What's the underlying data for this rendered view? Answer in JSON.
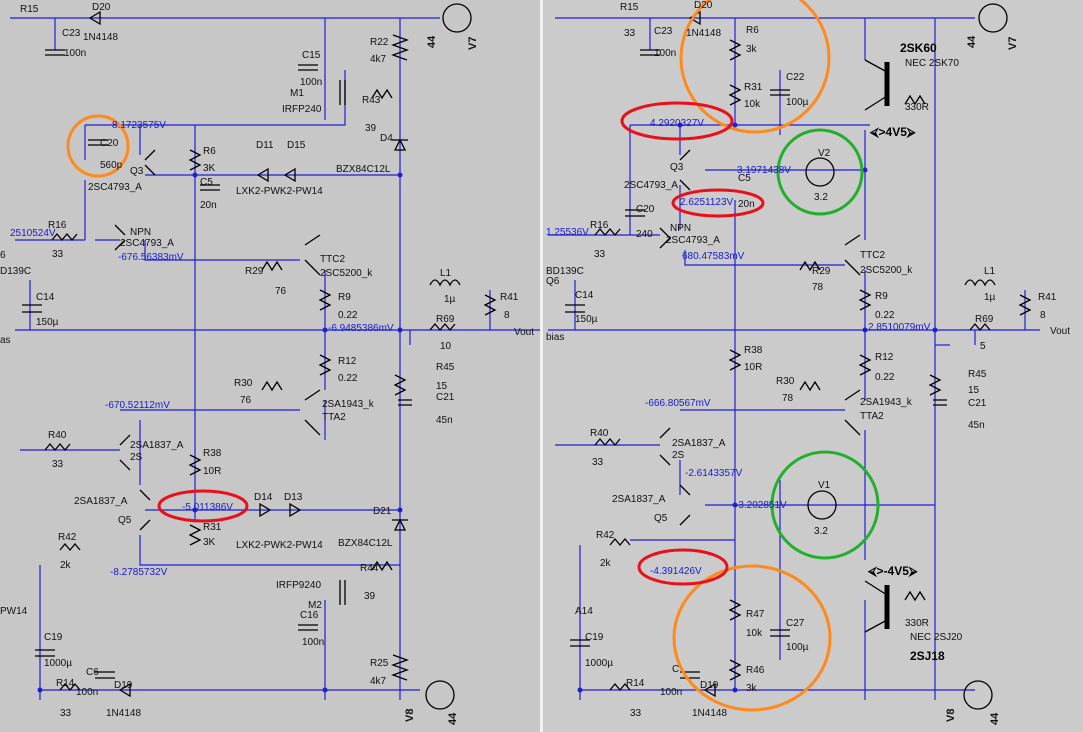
{
  "left": {
    "components": [
      {
        "id": "r15",
        "text": "R15"
      },
      {
        "id": "d20",
        "text": "D20"
      },
      {
        "id": "d20v",
        "text": "1N4148"
      },
      {
        "id": "c23",
        "text": "C23"
      },
      {
        "id": "c23v",
        "text": "100n"
      },
      {
        "id": "r22",
        "text": "R22"
      },
      {
        "id": "r22v",
        "text": "4k7"
      },
      {
        "id": "c15",
        "text": "C15"
      },
      {
        "id": "c15v",
        "text": "100n"
      },
      {
        "id": "m1",
        "text": "M1"
      },
      {
        "id": "m1v",
        "text": "IRFP240"
      },
      {
        "id": "r43",
        "text": "R43"
      },
      {
        "id": "r43v",
        "text": "39"
      },
      {
        "id": "d4",
        "text": "D4"
      },
      {
        "id": "c20",
        "text": "C20"
      },
      {
        "id": "c20v",
        "text": "560p"
      },
      {
        "id": "q3",
        "text": "Q3"
      },
      {
        "id": "q3v",
        "text": "2SC4793_A"
      },
      {
        "id": "r6",
        "text": "R6"
      },
      {
        "id": "r6v",
        "text": "3K"
      },
      {
        "id": "c5",
        "text": "C5"
      },
      {
        "id": "c5v",
        "text": "20n"
      },
      {
        "id": "d11",
        "text": "D11"
      },
      {
        "id": "d15",
        "text": "D15"
      },
      {
        "id": "led1",
        "text": "LXK2-PWK2-PW14"
      },
      {
        "id": "zen1",
        "text": "BZX84C12L"
      },
      {
        "id": "r16",
        "text": "R16"
      },
      {
        "id": "r16v",
        "text": "33"
      },
      {
        "id": "npn",
        "text": "NPN"
      },
      {
        "id": "npnv",
        "text": "2SC4793_A"
      },
      {
        "id": "ttc2",
        "text": "TTC2"
      },
      {
        "id": "ttc2v",
        "text": "2SC5200_k"
      },
      {
        "id": "r29",
        "text": "R29"
      },
      {
        "id": "r29v",
        "text": "76"
      },
      {
        "id": "r9",
        "text": "R9"
      },
      {
        "id": "r9v",
        "text": "0.22"
      },
      {
        "id": "l1",
        "text": "L1"
      },
      {
        "id": "l1v",
        "text": "1µ"
      },
      {
        "id": "r41",
        "text": "R41"
      },
      {
        "id": "r41v",
        "text": "8"
      },
      {
        "id": "c14",
        "text": "C14"
      },
      {
        "id": "c14v",
        "text": "150µ"
      },
      {
        "id": "r69",
        "text": "R69"
      },
      {
        "id": "r69v",
        "text": "10"
      },
      {
        "id": "vout",
        "text": "Vout"
      },
      {
        "id": "r12",
        "text": "R12"
      },
      {
        "id": "r12v",
        "text": "0.22"
      },
      {
        "id": "r45",
        "text": "R45"
      },
      {
        "id": "r45v",
        "text": "15"
      },
      {
        "id": "c21",
        "text": "C21"
      },
      {
        "id": "c21v",
        "text": "45n"
      },
      {
        "id": "r30",
        "text": "R30"
      },
      {
        "id": "r30v",
        "text": "76"
      },
      {
        "id": "tta",
        "text": "2SA1943_k"
      },
      {
        "id": "tta2",
        "text": "TTA2"
      },
      {
        "id": "r40",
        "text": "R40"
      },
      {
        "id": "r40v",
        "text": "33"
      },
      {
        "id": "q2sa",
        "text": "2SA1837_A"
      },
      {
        "id": "q2s",
        "text": "2S"
      },
      {
        "id": "r38",
        "text": "R38"
      },
      {
        "id": "r38v",
        "text": "10R"
      },
      {
        "id": "q5m",
        "text": "2SA1837_A"
      },
      {
        "id": "q5",
        "text": "Q5"
      },
      {
        "id": "d14",
        "text": "D14"
      },
      {
        "id": "d13",
        "text": "D13"
      },
      {
        "id": "led2",
        "text": "LXK2-PWK2-PW14"
      },
      {
        "id": "d21",
        "text": "D21"
      },
      {
        "id": "zen2",
        "text": "BZX84C12L"
      },
      {
        "id": "r31",
        "text": "R31"
      },
      {
        "id": "r31v",
        "text": "3K"
      },
      {
        "id": "r42",
        "text": "R42"
      },
      {
        "id": "r42v",
        "text": "2k"
      },
      {
        "id": "irfp",
        "text": "IRFP9240"
      },
      {
        "id": "r44",
        "text": "R44"
      },
      {
        "id": "r44v",
        "text": "39"
      },
      {
        "id": "m2",
        "text": "M2"
      },
      {
        "id": "c16",
        "text": "C16"
      },
      {
        "id": "c16v",
        "text": "100n"
      },
      {
        "id": "pw14",
        "text": "PW14"
      },
      {
        "id": "c19",
        "text": "C19"
      },
      {
        "id": "c19v",
        "text": "1000µ"
      },
      {
        "id": "c6",
        "text": "C6"
      },
      {
        "id": "r25",
        "text": "R25"
      },
      {
        "id": "r25v",
        "text": "4k7"
      },
      {
        "id": "r14",
        "text": "R14"
      },
      {
        "id": "r14v",
        "text": "33"
      },
      {
        "id": "c6v",
        "text": "100n"
      },
      {
        "id": "d19",
        "text": "D19"
      },
      {
        "id": "d19v",
        "text": "1N4148"
      },
      {
        "id": "v8",
        "text": "V8"
      },
      {
        "id": "v8v",
        "text": "44"
      },
      {
        "id": "v7",
        "text": "V7"
      },
      {
        "id": "v7v",
        "text": "44"
      },
      {
        "id": "bd",
        "text": "D139C"
      },
      {
        "id": "bias",
        "text": "as"
      },
      {
        "id": "six",
        "text": "6"
      }
    ],
    "nets": [
      {
        "id": "n1",
        "text": "8.1723575V"
      },
      {
        "id": "n2",
        "text": "2510524V"
      },
      {
        "id": "n3",
        "text": "-676.56383mV"
      },
      {
        "id": "n4",
        "text": "-6.9485386mV"
      },
      {
        "id": "n5",
        "text": "-670.52112mV"
      },
      {
        "id": "n6",
        "text": "-5.011386V"
      },
      {
        "id": "n7",
        "text": "-8.2785732V"
      }
    ]
  },
  "right": {
    "components": [
      {
        "id": "r15",
        "text": "R15"
      },
      {
        "id": "r15v",
        "text": "33"
      },
      {
        "id": "d20",
        "text": "D20"
      },
      {
        "id": "d20v",
        "text": "1N4148"
      },
      {
        "id": "c23",
        "text": "C23"
      },
      {
        "id": "c23v",
        "text": "100n"
      },
      {
        "id": "r6",
        "text": "R6"
      },
      {
        "id": "r6v",
        "text": "3k"
      },
      {
        "id": "r31",
        "text": "R31"
      },
      {
        "id": "r31v",
        "text": "10k"
      },
      {
        "id": "c22",
        "text": "C22"
      },
      {
        "id": "c22v",
        "text": "100µ"
      },
      {
        "id": "sk60",
        "text": "2SK60"
      },
      {
        "id": "nec1",
        "text": "NEC 2SK70"
      },
      {
        "id": "r330a",
        "text": "330R"
      },
      {
        "id": "q3",
        "text": "Q3"
      },
      {
        "id": "q3v",
        "text": "2SC4793_A"
      },
      {
        "id": "c5",
        "text": "C5"
      },
      {
        "id": "v2",
        "text": "V2"
      },
      {
        "id": "v2v",
        "text": "3.2"
      },
      {
        "id": "c20",
        "text": "C20"
      },
      {
        "id": "c20v",
        "text": "240"
      },
      {
        "id": "c20n",
        "text": "20n"
      },
      {
        "id": "r16",
        "text": "R16"
      },
      {
        "id": "r16v",
        "text": "33"
      },
      {
        "id": "npn",
        "text": "NPN"
      },
      {
        "id": "npnv",
        "text": "2SC4793_A"
      },
      {
        "id": "ttc2",
        "text": "TTC2"
      },
      {
        "id": "ttc2v",
        "text": "2SC5200_k"
      },
      {
        "id": "r29",
        "text": "R29"
      },
      {
        "id": "r29v",
        "text": "78"
      },
      {
        "id": "r9",
        "text": "R9"
      },
      {
        "id": "r9v",
        "text": "0.22"
      },
      {
        "id": "l1",
        "text": "L1"
      },
      {
        "id": "l1v",
        "text": "1µ"
      },
      {
        "id": "r41",
        "text": "R41"
      },
      {
        "id": "r41v",
        "text": "8"
      },
      {
        "id": "q6",
        "text": "Q6"
      },
      {
        "id": "bd139",
        "text": "BD139C"
      },
      {
        "id": "c14",
        "text": "C14"
      },
      {
        "id": "c14v",
        "text": "150µ"
      },
      {
        "id": "r69",
        "text": "R69"
      },
      {
        "id": "r69v",
        "text": "5"
      },
      {
        "id": "vout",
        "text": "Vout"
      },
      {
        "id": "bias",
        "text": "bias"
      },
      {
        "id": "r38",
        "text": "R38"
      },
      {
        "id": "r38v",
        "text": "10R"
      },
      {
        "id": "r12",
        "text": "R12"
      },
      {
        "id": "r12v",
        "text": "0.22"
      },
      {
        "id": "r45",
        "text": "R45"
      },
      {
        "id": "r45v",
        "text": "15"
      },
      {
        "id": "c21",
        "text": "C21"
      },
      {
        "id": "c21v",
        "text": "45n"
      },
      {
        "id": "r30",
        "text": "R30"
      },
      {
        "id": "r30v",
        "text": "78"
      },
      {
        "id": "tta",
        "text": "2SA1943_k"
      },
      {
        "id": "tta2",
        "text": "TTA2"
      },
      {
        "id": "r40",
        "text": "R40"
      },
      {
        "id": "r40v",
        "text": "33"
      },
      {
        "id": "q2sa",
        "text": "2SA1837_A"
      },
      {
        "id": "q2s",
        "text": "2S"
      },
      {
        "id": "q5m",
        "text": "2SA1837_A"
      },
      {
        "id": "q5",
        "text": "Q5"
      },
      {
        "id": "v1",
        "text": "V1"
      },
      {
        "id": "v1v",
        "text": "3.2"
      },
      {
        "id": "r42",
        "text": "R42"
      },
      {
        "id": "r42v",
        "text": "2k"
      },
      {
        "id": "r330b",
        "text": "330R"
      },
      {
        "id": "nec2",
        "text": "NEC 2SJ20"
      },
      {
        "id": "sj18",
        "text": "2SJ18"
      },
      {
        "id": "a14",
        "text": "A14"
      },
      {
        "id": "r47",
        "text": "R47"
      },
      {
        "id": "r47v",
        "text": "10k"
      },
      {
        "id": "c27",
        "text": "C27"
      },
      {
        "id": "c27v",
        "text": "100µ"
      },
      {
        "id": "c19",
        "text": "C19"
      },
      {
        "id": "c19v",
        "text": "1000µ"
      },
      {
        "id": "c6",
        "text": "C"
      },
      {
        "id": "r46",
        "text": "R46"
      },
      {
        "id": "r46v",
        "text": "3k"
      },
      {
        "id": "r14",
        "text": "R14"
      },
      {
        "id": "r14v",
        "text": "33"
      },
      {
        "id": "c6v",
        "text": "100n"
      },
      {
        "id": "d19",
        "text": "D19"
      },
      {
        "id": "d19v",
        "text": "1N4148"
      },
      {
        "id": "v8",
        "text": "V8"
      },
      {
        "id": "v8v",
        "text": "44"
      },
      {
        "id": "v7",
        "text": "V7"
      },
      {
        "id": "v7v",
        "text": "44"
      },
      {
        "id": "pos45",
        "text": "⮘>4V5⮚"
      },
      {
        "id": "neg45",
        "text": "⮘>-4V5⮚"
      }
    ],
    "nets": [
      {
        "id": "n1",
        "text": "4.2920327V"
      },
      {
        "id": "n2",
        "text": "3.1971438V"
      },
      {
        "id": "n3",
        "text": "2.6251123V"
      },
      {
        "id": "n4",
        "text": "1.25536V"
      },
      {
        "id": "n5",
        "text": "680.47583mV"
      },
      {
        "id": "n6",
        "text": "2.8510079mV"
      },
      {
        "id": "n7",
        "text": "-666.80567mV"
      },
      {
        "id": "n8",
        "text": "-2.6143357V"
      },
      {
        "id": "n9",
        "text": "-3.202851V"
      },
      {
        "id": "n10",
        "text": "-4.391426V"
      }
    ]
  },
  "highlight_colors": {
    "red": "#e8101a",
    "orange": "#ff8a1c",
    "green": "#22b02c"
  },
  "wire_color": "#1f1fd6"
}
